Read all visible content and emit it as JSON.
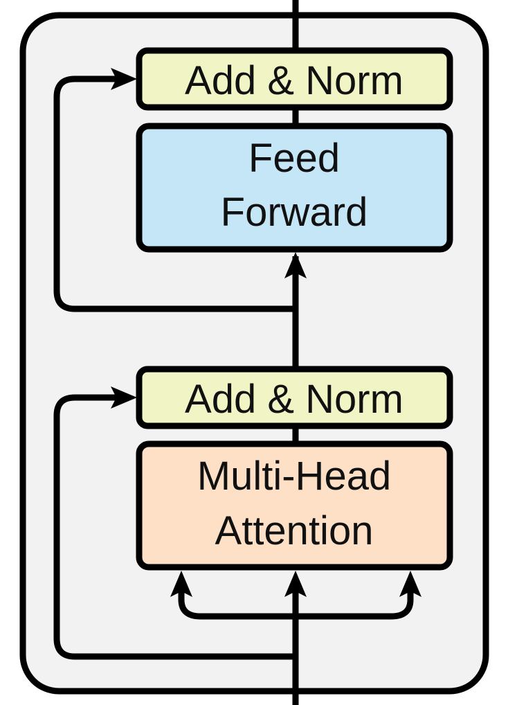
{
  "colors": {
    "encoder_background": "#f2f2f2",
    "stroke": "#000000",
    "add_norm_fill": "#f1f4c4",
    "feed_forward_fill": "#c5e6f6",
    "attention_fill": "#fde0c6"
  },
  "blocks": {
    "add_norm_top": {
      "label": "Add & Norm"
    },
    "feed_forward": {
      "line1": "Feed",
      "line2": "Forward"
    },
    "add_norm_bottom": {
      "label": "Add & Norm"
    },
    "multi_head_attention": {
      "line1": "Multi-Head",
      "line2": "Attention"
    }
  }
}
